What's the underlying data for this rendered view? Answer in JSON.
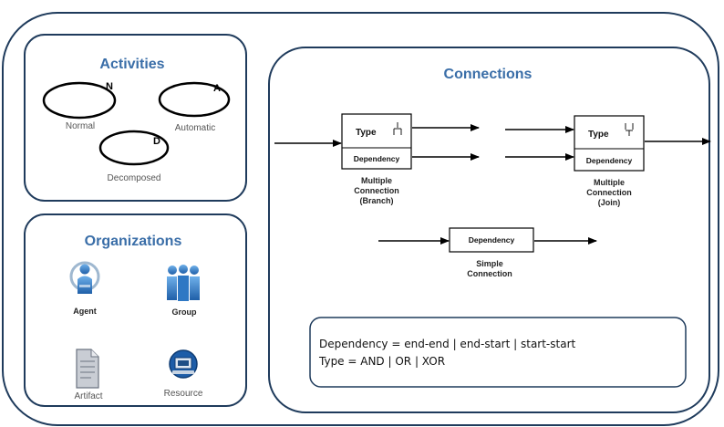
{
  "panels": {
    "activities": {
      "title": "Activities",
      "items": [
        {
          "label": "Normal",
          "marker": "N"
        },
        {
          "label": "Automatic",
          "marker": "A"
        },
        {
          "label": "Decomposed",
          "marker": "D"
        }
      ]
    },
    "organizations": {
      "title": "Organizations",
      "items": [
        {
          "label": "Agent",
          "icon": "agent-icon"
        },
        {
          "label": "Group",
          "icon": "group-icon"
        },
        {
          "label": "Artifact",
          "icon": "artifact-icon"
        },
        {
          "label": "Resource",
          "icon": "resource-icon"
        }
      ]
    },
    "connections": {
      "title": "Connections",
      "branch": {
        "type_label": "Type",
        "dependency_label": "Dependency",
        "caption": [
          "Multiple",
          "Connection",
          "(Branch)"
        ]
      },
      "join": {
        "type_label": "Type",
        "dependency_label": "Dependency",
        "caption": [
          "Multiple",
          "Connection",
          "(Join)"
        ]
      },
      "simple": {
        "dependency_label": "Dependency",
        "caption": [
          "Simple",
          "Connection"
        ]
      },
      "legend": [
        "Dependency = end-end | end-start | start-start",
        "Type = AND | OR | XOR"
      ]
    }
  },
  "colors": {
    "panel_border": "#1f3b5c",
    "title": "#3a6ea8",
    "icon_blue": "#2f78c4"
  }
}
